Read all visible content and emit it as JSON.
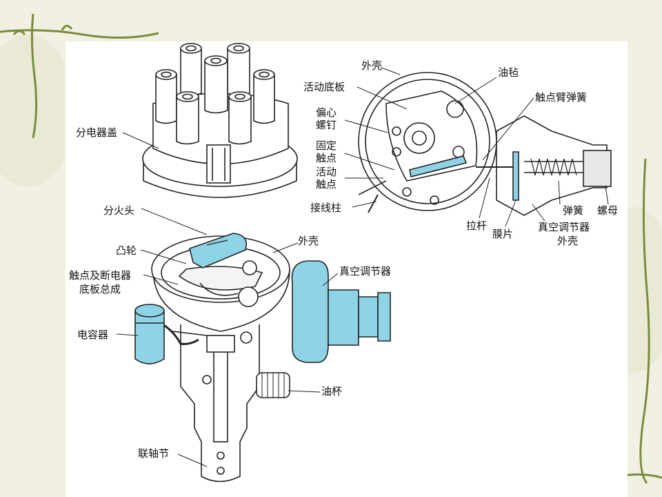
{
  "labels": {
    "cap": "分电器盖",
    "rotor": "分火头",
    "cam": "凸轮",
    "breaker_1": "触点及断电器",
    "breaker_2": "底板总成",
    "housing_main": "外壳",
    "vacuum": "真空调节器",
    "capacitor": "电容器",
    "oil_cup": "油杯",
    "coupling": "联轴节",
    "top_housing": "外壳",
    "movable_plate": "活动底板",
    "felt": "油毡",
    "arm_spring": "触点臂弹簧",
    "eccentric_1": "偏心",
    "eccentric_2": "螺钉",
    "fixed_1": "固定",
    "fixed_2": "触点",
    "moving_1": "活动",
    "moving_2": "触点",
    "terminal": "接线柱",
    "pull_rod": "拉杆",
    "diaphragm": "膜片",
    "vac_housing_1": "真空调节器",
    "vac_housing_2": "外壳",
    "spring": "弹簧",
    "nut": "螺母"
  },
  "colors": {
    "highlight": "#8fd3e6",
    "line": "#222222",
    "vine": "#7a8c3a"
  }
}
